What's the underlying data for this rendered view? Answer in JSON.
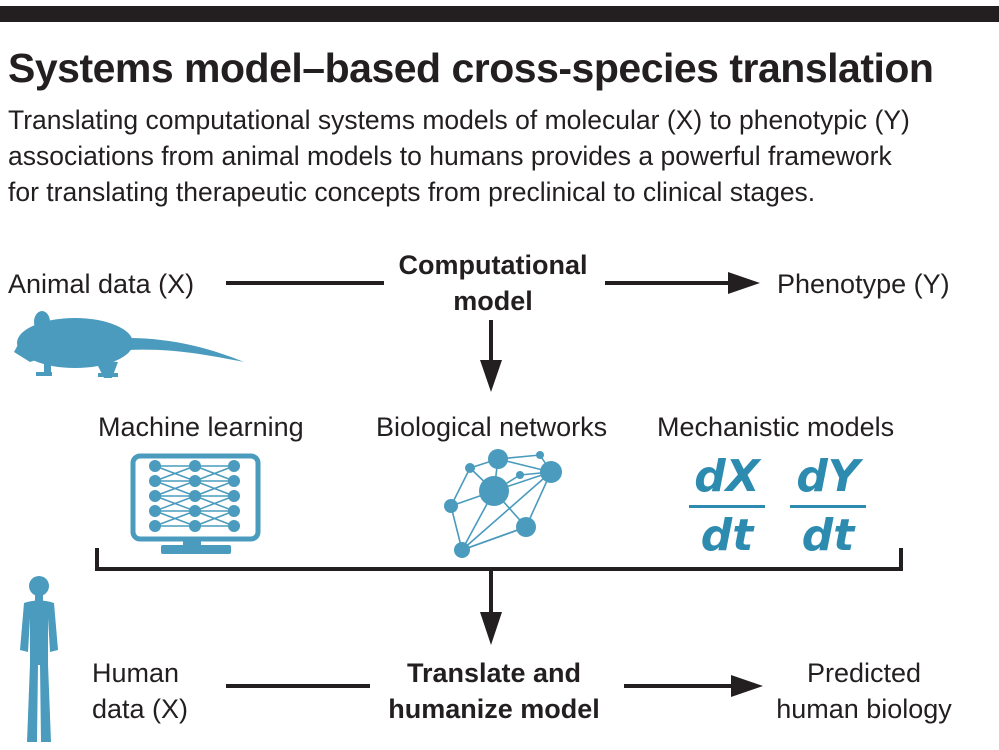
{
  "header": {
    "title": "Systems model–based cross-species translation",
    "subtitle_lines": [
      "Translating computational systems models of molecular (X) to phenotypic (Y)",
      "associations from animal models to humans provides a powerful framework",
      "for translating therapeutic concepts from preclinical to clinical stages."
    ]
  },
  "top_row": {
    "input": "Animal data (X)",
    "center_lines": [
      "Computational",
      "model"
    ],
    "output": "Phenotype (Y)"
  },
  "methods": {
    "ml": "Machine learning",
    "networks": "Biological networks",
    "mechanistic": "Mechanistic models",
    "deriv1": {
      "num": "dX",
      "den": "dt"
    },
    "deriv2": {
      "num": "dY",
      "den": "dt"
    }
  },
  "bottom_row": {
    "input_lines": [
      "Human",
      "data (X)"
    ],
    "center_lines": [
      "Translate and",
      "humanize model"
    ],
    "output_lines": [
      "Predicted",
      "human biology"
    ]
  },
  "colors": {
    "accent": "#4a9bbd",
    "text": "#231f20",
    "formula": "#2d8bb0"
  }
}
